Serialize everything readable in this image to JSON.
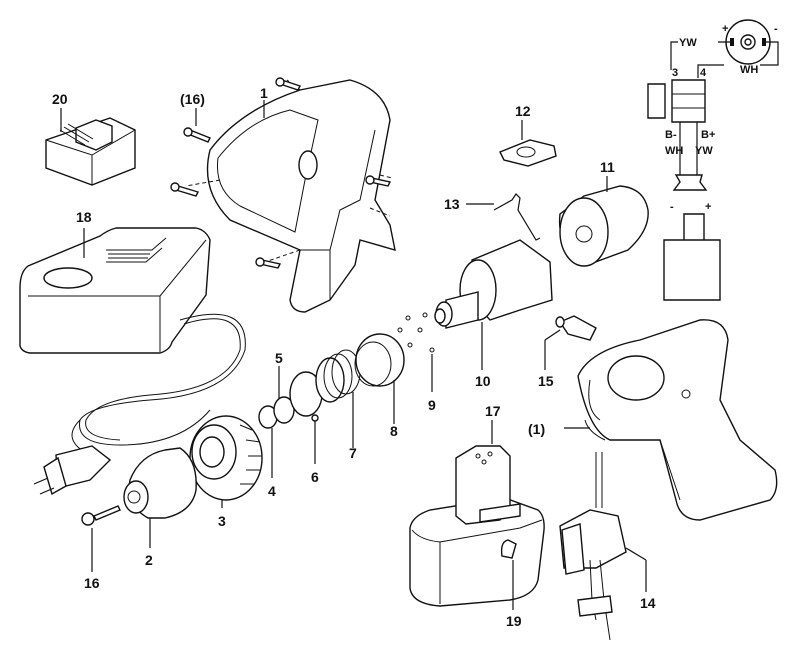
{
  "diagram": {
    "title": "Cordless drill exploded parts diagram",
    "part_labels": [
      {
        "id": "1",
        "text": "1"
      },
      {
        "id": "1-ref",
        "text": "(1)"
      },
      {
        "id": "2",
        "text": "2"
      },
      {
        "id": "3",
        "text": "3"
      },
      {
        "id": "4",
        "text": "4"
      },
      {
        "id": "5",
        "text": "5"
      },
      {
        "id": "6",
        "text": "6"
      },
      {
        "id": "7",
        "text": "7"
      },
      {
        "id": "8",
        "text": "8"
      },
      {
        "id": "9",
        "text": "9"
      },
      {
        "id": "10",
        "text": "10"
      },
      {
        "id": "11",
        "text": "11"
      },
      {
        "id": "12",
        "text": "12"
      },
      {
        "id": "13",
        "text": "13"
      },
      {
        "id": "14",
        "text": "14"
      },
      {
        "id": "15",
        "text": "15"
      },
      {
        "id": "16",
        "text": "16"
      },
      {
        "id": "16-ref",
        "text": "(16)"
      },
      {
        "id": "17",
        "text": "17"
      },
      {
        "id": "18",
        "text": "18"
      },
      {
        "id": "19",
        "text": "19"
      },
      {
        "id": "20",
        "text": "20"
      }
    ],
    "wiring": {
      "motor_plus": "+",
      "motor_minus": "-",
      "wire_top_left": "YW",
      "wire_top_right": "WH",
      "terminal_3": "3",
      "terminal_4": "4",
      "switch_b_minus": "B-",
      "switch_b_plus": "B+",
      "wire_bottom_left": "WH",
      "wire_bottom_right": "YW",
      "battery_minus": "-",
      "battery_plus": "+"
    }
  }
}
